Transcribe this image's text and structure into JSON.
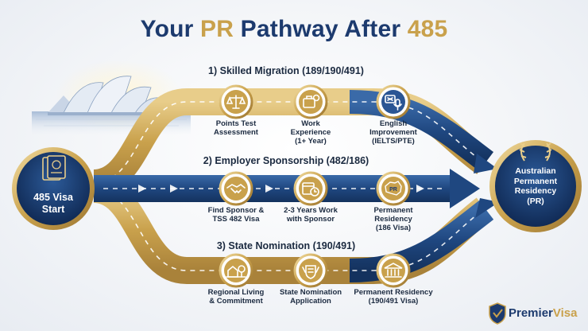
{
  "title": {
    "part1": "Your ",
    "highlight": "PR",
    "part2": " Pathway After ",
    "number": "485"
  },
  "start": {
    "line1": "485 Visa",
    "line2": "Start"
  },
  "end": {
    "line1": "Australian",
    "line2": "Permanent",
    "line3": "Residency",
    "line4": "(PR)"
  },
  "routes": [
    {
      "title": "1) Skilled Migration (189/190/491)",
      "steps": [
        {
          "icon": "scales-icon",
          "lines": [
            "Points Test",
            "Assessment"
          ]
        },
        {
          "icon": "briefcase-gear-icon",
          "lines": [
            "Work",
            "Experience",
            "(1+ Year)"
          ]
        },
        {
          "icon": "language-mic-icon",
          "lines": [
            "English",
            "Improvement",
            "(IELTS/PTE)"
          ]
        }
      ]
    },
    {
      "title": "2) Employer Sponsorship (482/186)",
      "steps": [
        {
          "icon": "handshake-icon",
          "lines": [
            "Find Sponsor &",
            "TSS 482 Visa"
          ]
        },
        {
          "icon": "calendar-clock-icon",
          "lines": [
            "2-3 Years Work",
            "with Sponsor"
          ]
        },
        {
          "icon": "australia-pr-icon",
          "lines": [
            "Permanent",
            "Residency",
            "(186 Visa)"
          ]
        }
      ]
    },
    {
      "title": "3) State Nomination (190/491)",
      "steps": [
        {
          "icon": "house-tree-icon",
          "lines": [
            "Regional Living",
            "& Commitment"
          ]
        },
        {
          "icon": "coat-of-arms-icon",
          "lines": [
            "State Nomination",
            "Application"
          ]
        },
        {
          "icon": "government-building-icon",
          "lines": [
            "Permanent Residency",
            "(190/491 Visa)"
          ]
        }
      ]
    }
  ],
  "pr_badge": "PR",
  "brand": {
    "part1": "Premier",
    "part2": "Visa"
  },
  "colors": {
    "navy": "#1c3a6e",
    "gold": "#c9a14c",
    "road_navy": "#24508a"
  }
}
